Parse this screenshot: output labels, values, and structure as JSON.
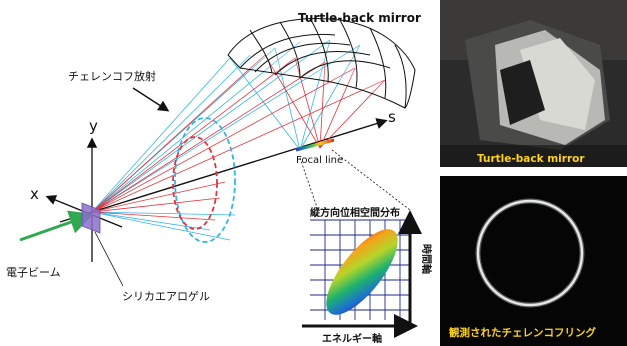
{
  "diagram": {
    "labels": {
      "mirror": "Turtle-back mirror",
      "cherenkov_radiation": "チェレンコフ放射",
      "axis_s": "s",
      "axis_y": "y",
      "axis_x": "x",
      "focal_line": "Focal line",
      "electron_beam": "電子ビーム",
      "silica_aerogel": "シリカエアロゲル"
    },
    "phase_space": {
      "title": "縦方向位相空間分布",
      "x_axis": "エネルギー軸",
      "y_axis": "時間軸"
    },
    "colors": {
      "cyan_rays": "#33b5e5",
      "red_rays": "#e8323c",
      "beam": "#2fa84f",
      "aerogel": "#8a6fc9",
      "grid": "#1f2a8c"
    }
  },
  "photos": {
    "top_caption": "Turtle-back mirror",
    "bottom_caption": "観測されたチェレンコフリング"
  }
}
